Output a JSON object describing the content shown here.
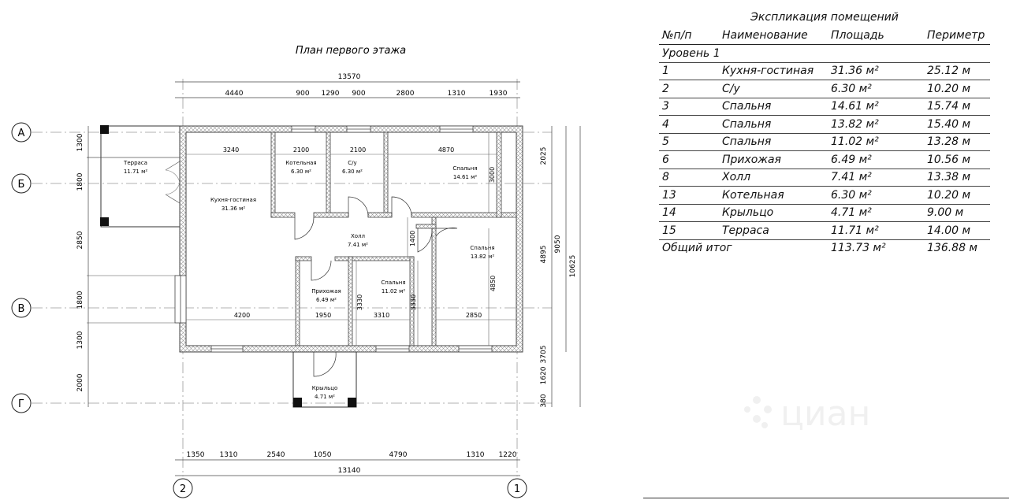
{
  "plan_title": "План первого этажа",
  "axes": {
    "rows": [
      "А",
      "Б",
      "В",
      "Г"
    ],
    "cols": [
      "2",
      "1"
    ]
  },
  "dims_top": {
    "overall": "13570",
    "segments": [
      "4440",
      "900",
      "1290",
      "900",
      "2800",
      "1310",
      "1930"
    ]
  },
  "dims_bottom": {
    "overall": "13140",
    "segments": [
      "1350",
      "1310",
      "2540",
      "1050",
      "4790",
      "1310",
      "1220"
    ]
  },
  "dims_left": [
    "1300",
    "1800",
    "2850",
    "1800",
    "1300",
    "2000"
  ],
  "dims_right_inner": [
    "2025",
    "4895",
    "3705",
    "1620",
    "380"
  ],
  "dims_right_mid": "9050",
  "dims_right_outer": "10625",
  "inner_dims": {
    "d3240": "3240",
    "d2100a": "2100",
    "d2100b": "2100",
    "d4870": "4870",
    "d3000": "3000",
    "d1400": "1400",
    "d4850": "4850",
    "d4200": "4200",
    "d1950": "1950",
    "d3310": "3310",
    "d2850": "2850",
    "d3330a": "3330",
    "d3330b": "3330"
  },
  "rooms": {
    "terrace": {
      "name": "Терраса",
      "area": "11.71 м²"
    },
    "kitchen": {
      "name": "Кухня-гостиная",
      "area": "31.36 м²"
    },
    "boiler": {
      "name": "Котельная",
      "area": "6.30 м²"
    },
    "wc": {
      "name": "С/у",
      "area": "6.30 м²"
    },
    "bed1": {
      "name": "Спальня",
      "area": "14.61 м²"
    },
    "hall": {
      "name": "Холл",
      "area": "7.41 м²"
    },
    "bed2": {
      "name": "Спальня",
      "area": "13.82 м²"
    },
    "entry": {
      "name": "Прихожая",
      "area": "6.49 м²"
    },
    "bed3": {
      "name": "Спальня",
      "area": "11.02 м²"
    },
    "porch": {
      "name": "Крыльцо",
      "area": "4.71 м²"
    }
  },
  "explication": {
    "title": "Экспликация помещений",
    "headers": [
      "№п/п",
      "Наименование",
      "Площадь",
      "Периметр"
    ],
    "level": "Уровень 1",
    "rows": [
      [
        "1",
        "Кухня-гостиная",
        "31.36 м²",
        "25.12 м"
      ],
      [
        "2",
        "С/у",
        "6.30 м²",
        "10.20 м"
      ],
      [
        "3",
        "Спальня",
        "14.61 м²",
        "15.74 м"
      ],
      [
        "4",
        "Спальня",
        "13.82 м²",
        "15.40 м"
      ],
      [
        "5",
        "Спальня",
        "11.02 м²",
        "13.28 м"
      ],
      [
        "6",
        "Прихожая",
        "6.49 м²",
        "10.56 м"
      ],
      [
        "8",
        "Холл",
        "7.41 м²",
        "13.38 м"
      ],
      [
        "13",
        "Котельная",
        "6.30 м²",
        "10.20 м"
      ],
      [
        "14",
        "Крыльцо",
        "4.71 м²",
        "9.00 м"
      ],
      [
        "15",
        "Терраса",
        "11.71 м²",
        "14.00 м"
      ]
    ],
    "total": [
      "Общий итог",
      "113.73 м²",
      "136.88 м"
    ]
  },
  "watermark": "циан"
}
